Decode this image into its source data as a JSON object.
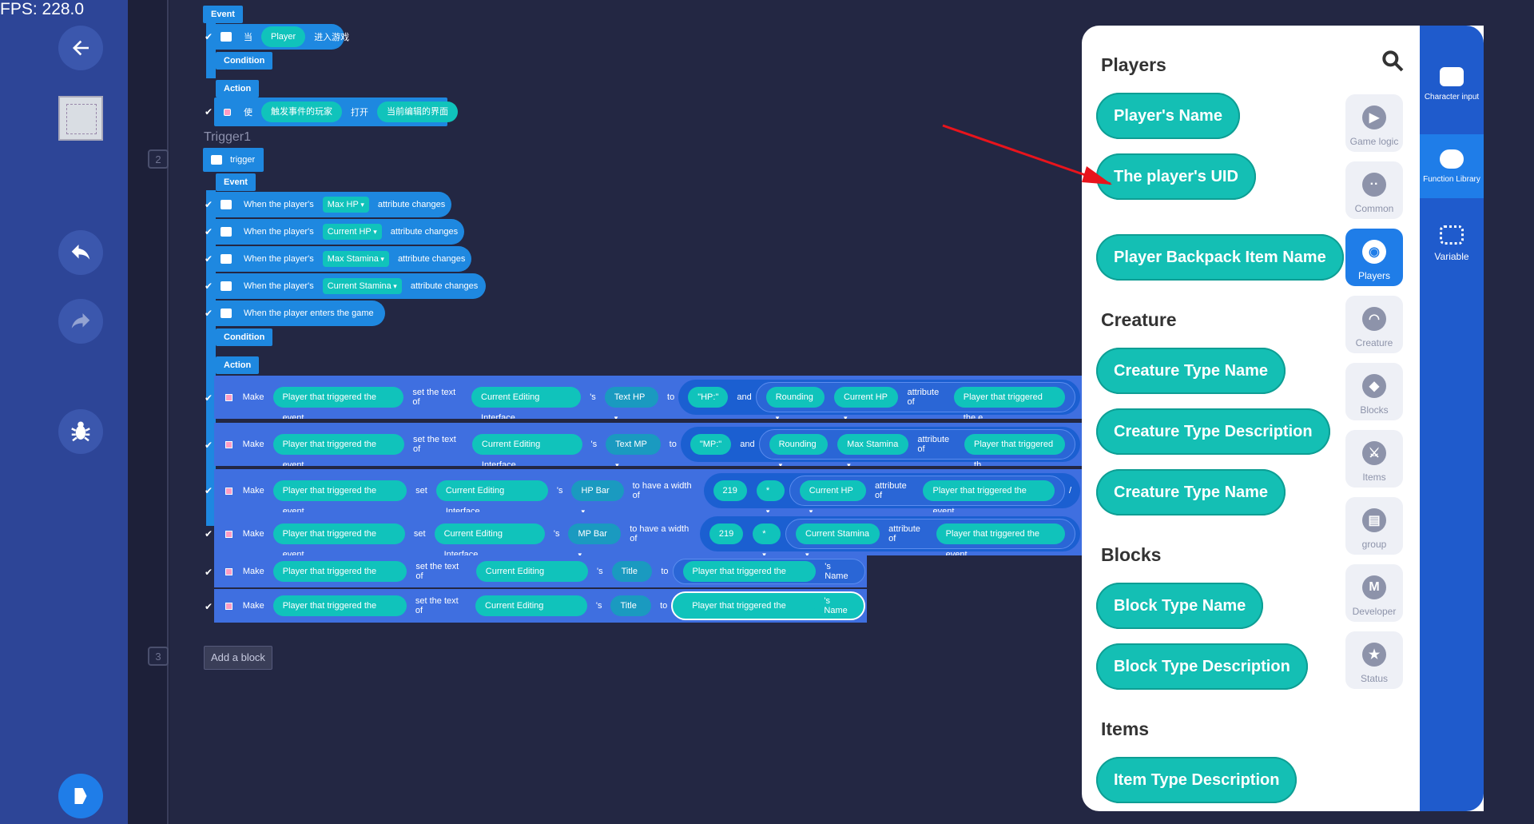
{
  "fps": "FPS: 228.0",
  "line_numbers": [
    "2",
    "3"
  ],
  "trigger": {
    "event_tag": "Event",
    "condition_tag": "Condition",
    "action_tag": "Action",
    "enter_row": {
      "when": "当",
      "player": "Player",
      "enter": "进入游戏"
    },
    "open_row": {
      "make": "使",
      "player": "触发事件的玩家",
      "open": "打开",
      "ui": "当前编辑的界面"
    },
    "title": "Trigger1",
    "trigger_label": "trigger"
  },
  "events": [
    {
      "prefix": "When the player's",
      "attr": "Max HP",
      "suffix": "attribute changes"
    },
    {
      "prefix": "When the player's",
      "attr": "Current HP",
      "suffix": "attribute changes"
    },
    {
      "prefix": "When the player's",
      "attr": "Max Stamina",
      "suffix": "attribute changes"
    },
    {
      "prefix": "When the player's",
      "attr": "Current Stamina",
      "suffix": "attribute changes"
    }
  ],
  "enter_game_event": "When the player enters the game",
  "actions": {
    "make": "Make",
    "player_event": "Player that triggered the event",
    "set_text_of": "set the text of",
    "set": "set",
    "ui": "Current Editing Interface",
    "poss": "'s",
    "to": "to",
    "and": "and",
    "rounding": "Rounding",
    "attribute_of": "attribute of",
    "width_of": "to have a width of",
    "times": "*",
    "name_suffix": "'s Name",
    "text_hp": "Text HP",
    "text_mp": "Text MP",
    "hp_bar": "HP Bar",
    "mp_bar": "MP Bar",
    "title_el": "Title",
    "hp_str": "\"HP:\"",
    "mp_str": "\"MP:\"",
    "current_hp": "Current HP",
    "max_stamina": "Max Stamina",
    "current_stamina": "Current Stamina",
    "width_val": "219",
    "player_event_trunc1": "Player that triggered the e",
    "player_event_trunc2": "Player that triggered th",
    "divide": "/"
  },
  "add_block": "Add a block",
  "panel": {
    "sections": [
      {
        "title": "Players",
        "items": [
          "Player's Name",
          "The player's UID",
          "Player Backpack Item Name"
        ]
      },
      {
        "title": "Creature",
        "items": [
          "Creature Type Name",
          "Creature Type Description",
          "Creature Type Name"
        ]
      },
      {
        "title": "Blocks",
        "items": [
          "Block Type Name",
          "Block Type Description"
        ]
      },
      {
        "title": "Items",
        "items": [
          "Item Type Description"
        ]
      }
    ],
    "categories": [
      "Game logic",
      "Common",
      "Players",
      "Creature",
      "Blocks",
      "Items",
      "group",
      "Developer",
      "Status"
    ],
    "active_category": "Players"
  },
  "rail": {
    "items": [
      "Character input",
      "Function Library",
      "Variable"
    ],
    "active": "Function Library"
  },
  "colors": {
    "block_blue": "#1e88e0",
    "pill_teal": "#10c3bb",
    "panel_btn": "#14bfb4",
    "accent_blue": "#1f7de8",
    "arrow_red": "#e8141c"
  }
}
